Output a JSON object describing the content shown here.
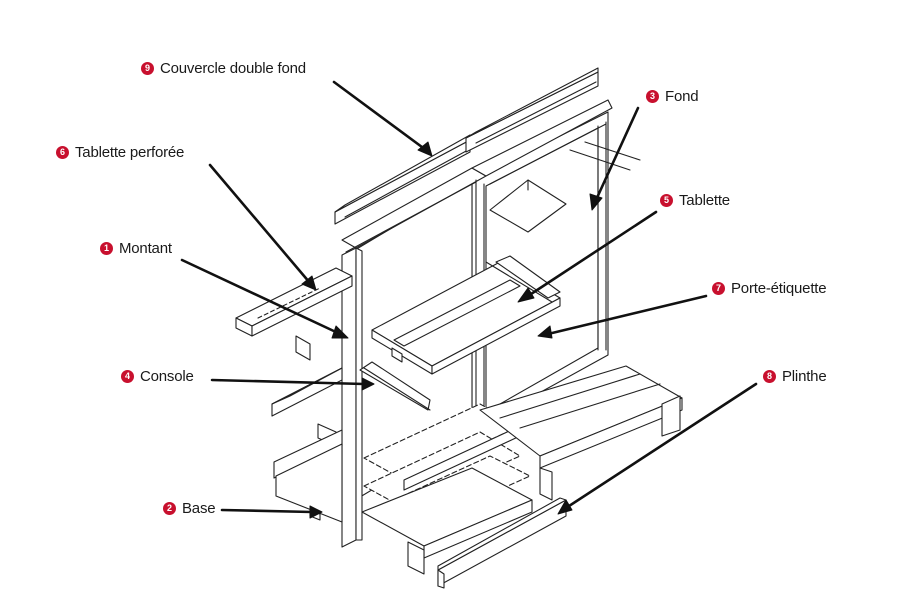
{
  "accent_color": "#c8102e",
  "labels": [
    {
      "num": "9",
      "text": "Couvercle double fond"
    },
    {
      "num": "3",
      "text": "Fond"
    },
    {
      "num": "6",
      "text": "Tablette perforée"
    },
    {
      "num": "5",
      "text": "Tablette"
    },
    {
      "num": "1",
      "text": "Montant"
    },
    {
      "num": "7",
      "text": "Porte-étiquette"
    },
    {
      "num": "4",
      "text": "Console"
    },
    {
      "num": "8",
      "text": "Plinthe"
    },
    {
      "num": "2",
      "text": "Base"
    }
  ]
}
